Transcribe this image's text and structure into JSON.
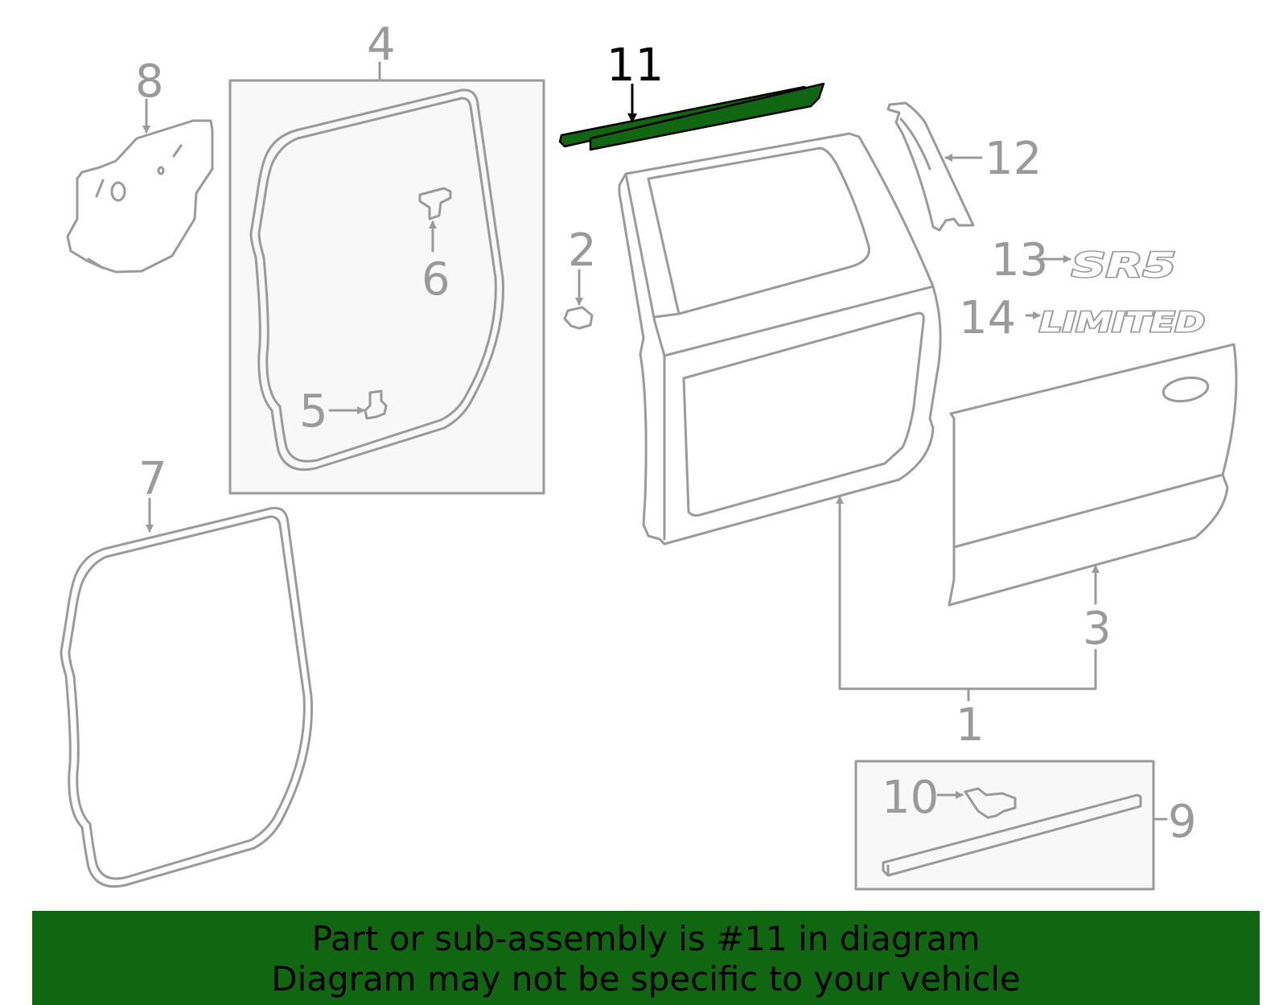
{
  "colors": {
    "line": "#9a9a9a",
    "highlight_fill": "#116611",
    "highlight_stroke": "#000000",
    "box_fill": "#f8f8f8",
    "banner": "#116611"
  },
  "diagram": {
    "highlighted_part": "11",
    "callouts": {
      "c1": "1",
      "c2": "2",
      "c3": "3",
      "c4": "4",
      "c5": "5",
      "c6": "6",
      "c7": "7",
      "c8": "8",
      "c9": "9",
      "c10": "10",
      "c11": "11",
      "c12": "12",
      "c13": "13",
      "c14": "14"
    },
    "badges": {
      "srs": "SR5",
      "limited": "LIMITED"
    }
  },
  "banner": {
    "line1": "Part or sub-assembly is #11 in diagram",
    "line2": "Diagram may not be specific to your vehicle"
  }
}
